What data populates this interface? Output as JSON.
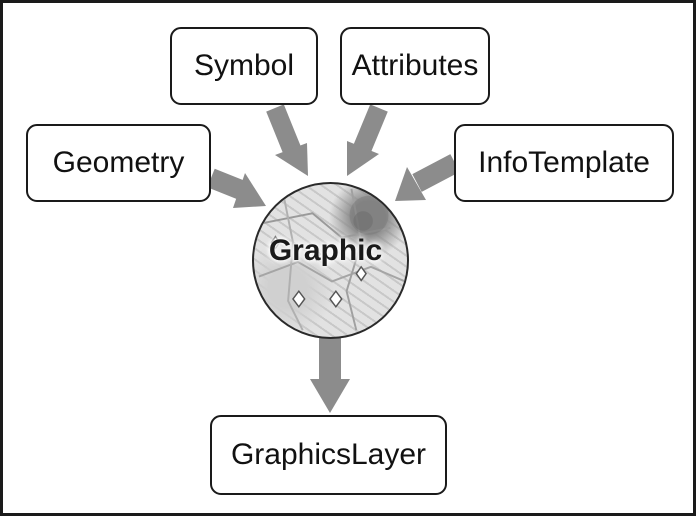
{
  "diagram": {
    "center_node": {
      "label": "Graphic"
    },
    "input_nodes": {
      "symbol": {
        "label": "Symbol"
      },
      "attributes": {
        "label": "Attributes"
      },
      "geometry": {
        "label": "Geometry"
      },
      "info_template": {
        "label": "InfoTemplate"
      }
    },
    "output_node": {
      "label": "GraphicsLayer"
    },
    "colors": {
      "arrow": "#8c8c8c",
      "border": "#1a1a1a",
      "background": "#ffffff"
    }
  }
}
